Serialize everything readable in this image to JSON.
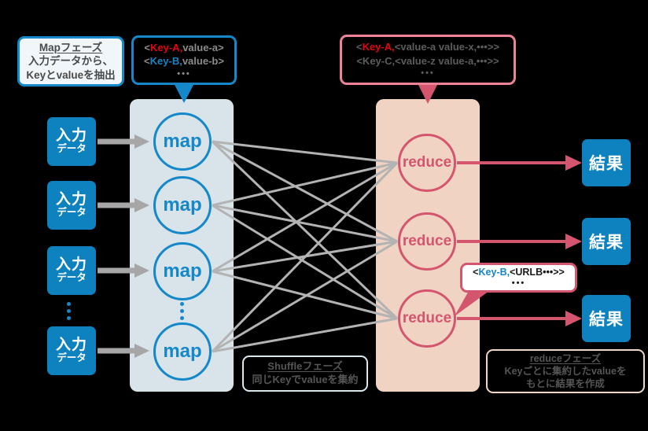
{
  "colors": {
    "background": "#000000",
    "blue": "#0e82bf",
    "blue_border": "#1488c8",
    "map_column_bg": "#d9e3ea",
    "reduce_column_bg": "#f0d3c2",
    "pink": "#d4566e",
    "pink_border": "#ee8296",
    "key_red": "#e60012",
    "key_blue": "#1585c5",
    "gray_arrow": "#a6a6a6",
    "callout_gray_1": "#8b8b8b",
    "callout_gray_2": "#5c5c5c",
    "label_dark_text": "#4a4a4a",
    "label_dim_text": "#555555",
    "white_text": "#ffffff"
  },
  "map_phase_label": {
    "title": "Mapフェーズ",
    "line1": "入力データから、",
    "line2": "Keyとvalueを抽出"
  },
  "shuffle_phase_label": {
    "title": "Shuffleフェーズ",
    "line1": "同じKeyでvalueを集約"
  },
  "reduce_phase_label": {
    "title": "reduceフェーズ",
    "line1": "Keyごとに集約したvalueを",
    "line2": "もとに結果を作成"
  },
  "map_output_callout": {
    "line1_open": "<",
    "line1_key": "Key-A,",
    "line1_rest": "value-a>",
    "line2_open": "<",
    "line2_key": "Key-B,",
    "line2_rest": "value-b>",
    "more": "•••"
  },
  "shuffle_output_callout": {
    "line1_open": "<",
    "line1_key": "Key-A,",
    "line1_rest": "<value-a value-x,•••>>",
    "line2": "<Key-C,<value-z value-a,•••>>",
    "more": "•••"
  },
  "reduce_result_callout": {
    "open": "<",
    "key": "Key-B,",
    "rest": "<URLB•••>>",
    "more": "•••"
  },
  "input_nodes": [
    {
      "line1": "入力",
      "line2": "データ"
    },
    {
      "line1": "入力",
      "line2": "データ"
    },
    {
      "line1": "入力",
      "line2": "データ"
    },
    {
      "line1": "入力",
      "line2": "データ"
    }
  ],
  "map_nodes": [
    {
      "label": "map"
    },
    {
      "label": "map"
    },
    {
      "label": "map"
    },
    {
      "label": "map"
    }
  ],
  "reduce_nodes": [
    {
      "label": "reduce"
    },
    {
      "label": "reduce"
    },
    {
      "label": "reduce"
    }
  ],
  "result_nodes": [
    {
      "label": "結果"
    },
    {
      "label": "結果"
    },
    {
      "label": "結果"
    }
  ]
}
